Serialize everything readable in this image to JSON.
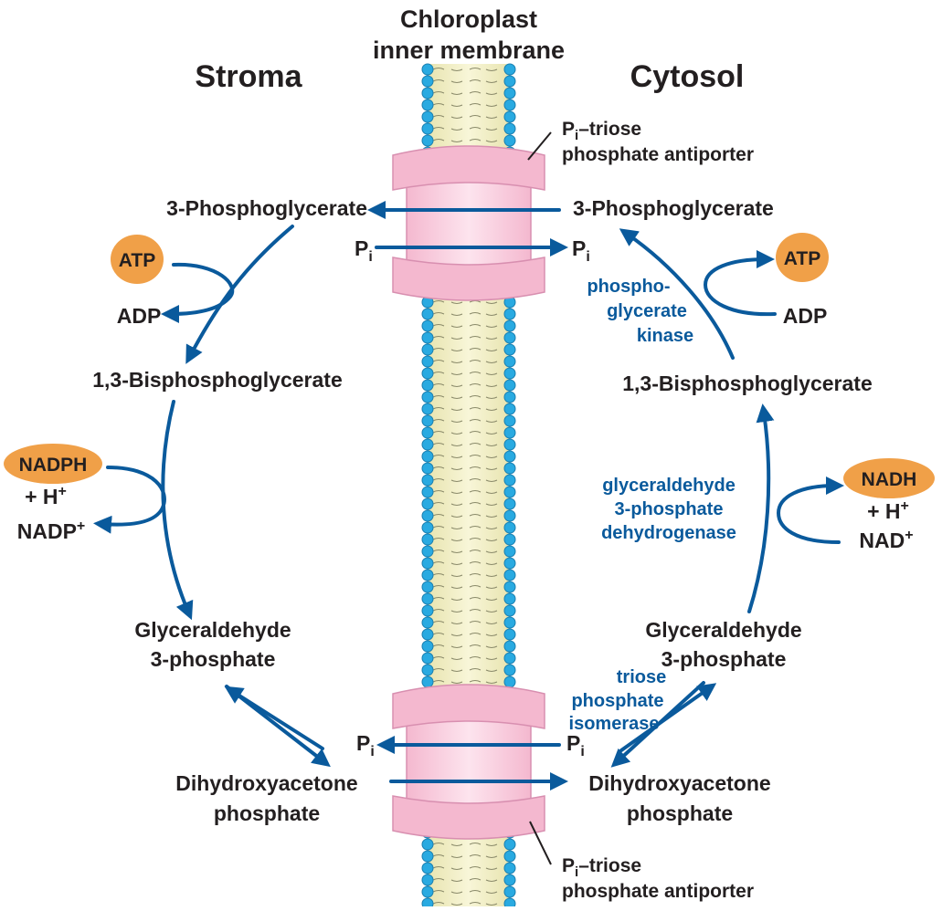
{
  "membrane": {
    "title_line1": "Chloroplast",
    "title_line2": "inner membrane"
  },
  "sides": {
    "left": "Stroma",
    "right": "Cytosol"
  },
  "transporter": {
    "top_line1_main": "P",
    "top_line1_sub": "i",
    "top_line1_rest": "–triose",
    "top_line2": "phosphate antiporter",
    "bottom_line1_main": "P",
    "bottom_line1_sub": "i",
    "bottom_line1_rest": "–triose",
    "bottom_line2": "phosphate antiporter"
  },
  "stroma": {
    "pga": "3-Phosphoglycerate",
    "atp": "ATP",
    "adp": "ADP",
    "bpg": "1,3-Bisphosphoglycerate",
    "nadph": "NADPH",
    "h_main": "+ H",
    "h_sup": "+",
    "nadp_main": "NADP",
    "nadp_sup": "+",
    "gap_line1": "Glyceraldehyde",
    "gap_line2": "3-phosphate",
    "dhap_line1": "Dihydroxyacetone",
    "dhap_line2": "phosphate",
    "pi_top_main": "P",
    "pi_top_sub": "i",
    "pi_bottom_main": "P",
    "pi_bottom_sub": "i"
  },
  "cytosol": {
    "pga": "3-Phosphoglycerate",
    "atp": "ATP",
    "adp": "ADP",
    "bpg": "1,3-Bisphosphoglycerate",
    "nadh": "NADH",
    "h_main": "+ H",
    "h_sup": "+",
    "nad_main": "NAD",
    "nad_sup": "+",
    "gap_line1": "Glyceraldehyde",
    "gap_line2": "3-phosphate",
    "dhap_line1": "Dihydroxyacetone",
    "dhap_line2": "phosphate",
    "pi_top_main": "P",
    "pi_top_sub": "i",
    "pi_bottom_main": "P",
    "pi_bottom_sub": "i"
  },
  "enzymes": {
    "pgk_line1": "phospho-",
    "pgk_line2": "glycerate",
    "pgk_line3": "kinase",
    "gapdh_line1": "glyceraldehyde",
    "gapdh_line2": "3-phosphate",
    "gapdh_line3": "dehydrogenase",
    "tpi_line1": "triose",
    "tpi_line2": "phosphate",
    "tpi_line3": "isomerase"
  },
  "colors": {
    "arrow": "#0a5a9c",
    "enzyme_text": "#0a5a9c",
    "cofactor_fill": "#f0a048",
    "transporter_fill": "#f7c6d9",
    "lipid_head": "#29aae1",
    "lipid_tail": "#f3f0c4"
  }
}
